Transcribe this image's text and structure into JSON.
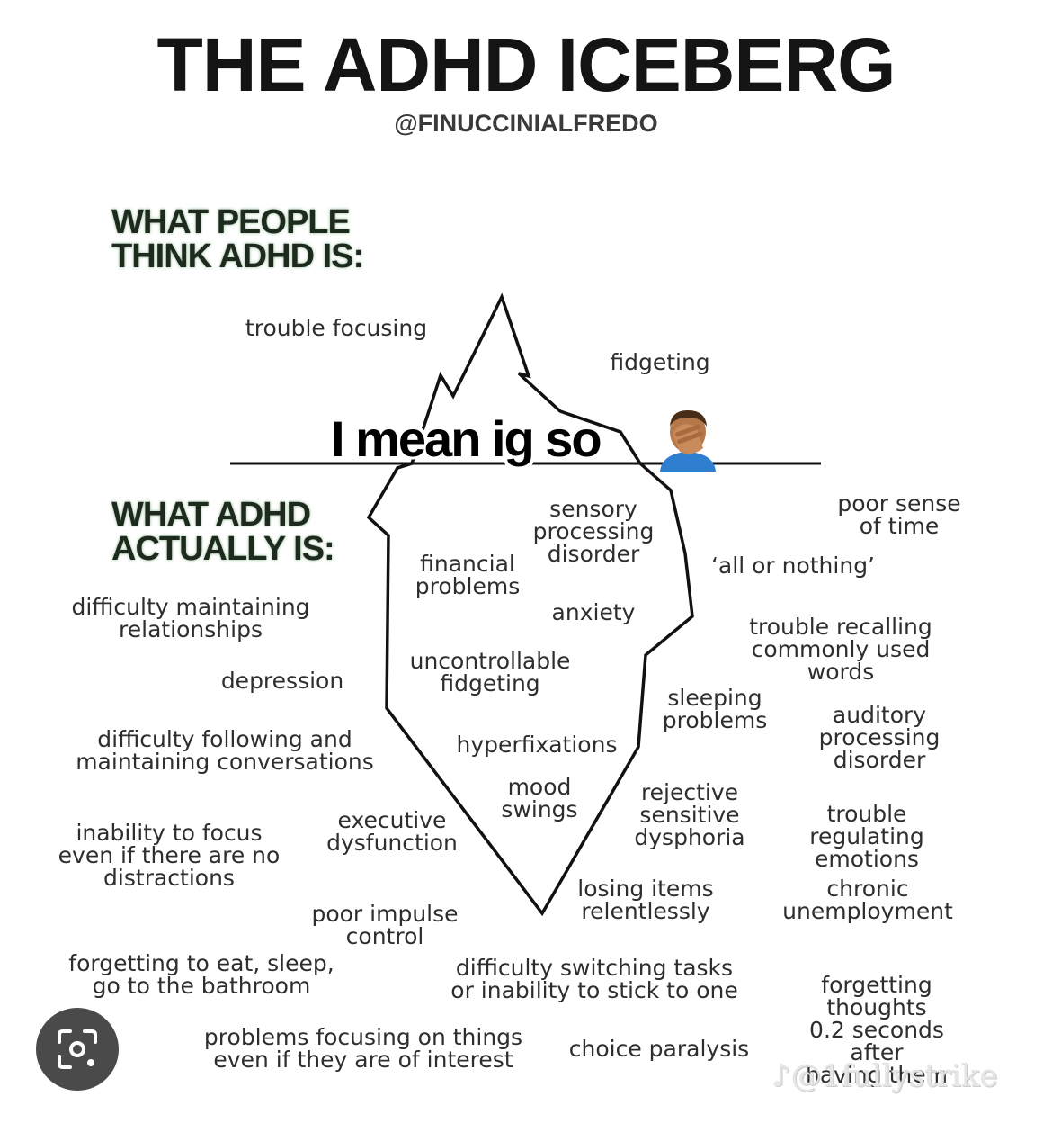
{
  "title": "THE ADHD ICEBERG",
  "handle": "@FINUCCINIALFREDO",
  "headings": {
    "above": "WHAT PEOPLE\nTHINK ADHD IS:",
    "below": "WHAT ADHD\nACTUALLY IS:"
  },
  "overlay_text": "I mean ig so",
  "overlay_emoji": "facepalm-emoji",
  "watermark": "@1fullystrike",
  "colors": {
    "heading_glow": "#2e7d32",
    "line": "#111111"
  },
  "labels": {
    "above": {
      "trouble_focusing": "trouble focusing",
      "fidgeting": "fidgeting"
    },
    "inside": {
      "sensory": "sensory\nprocessing\ndisorder",
      "financial": "financial\nproblems",
      "anxiety": "anxiety",
      "uncontrollable": "uncontrollable\nfidgeting",
      "hyperfixations": "hyperfixations",
      "mood": "mood\nswings"
    },
    "outside": {
      "poor_sense": "poor sense\nof time",
      "all_or_nothing": "‘all or nothing’",
      "trouble_recalling": "trouble recalling\ncommonly used words",
      "difficulty_relationships": "difficulty maintaining\nrelationships",
      "depression": "depression",
      "sleeping": "sleeping\nproblems",
      "auditory": "auditory\nprocessing\ndisorder",
      "conversations": "difficulty following and\nmaintaining conversations",
      "rejective": "rejective\nsensitive\ndysphoria",
      "regulating": "trouble regulating\nemotions",
      "inability": "inability to focus\neven if there are no\ndistractions",
      "executive": "executive\ndysfunction",
      "losing": "losing items\nrelentlessly",
      "unemployment": "chronic\nunemployment",
      "impulse": "poor impulse\ncontrol",
      "forgetting_eat": "forgetting to eat, sleep,\ngo to the bathroom",
      "switching": "difficulty switching tasks\nor inability to stick to one",
      "forgetting_thoughts": "forgetting thoughts\n0.2 seconds after\nhaving them",
      "interest": "problems focusing on things\neven if they are of interest",
      "choice": "choice paralysis"
    }
  }
}
